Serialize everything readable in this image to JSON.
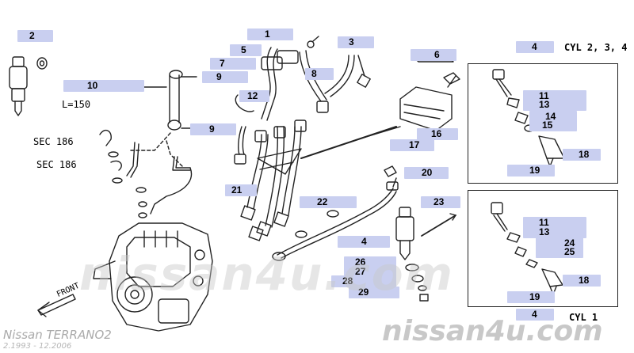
{
  "callouts": [
    {
      "id": "2",
      "label": "2"
    },
    {
      "id": "1",
      "label": "1"
    },
    {
      "id": "3",
      "label": "3"
    },
    {
      "id": "4a",
      "label": "4"
    },
    {
      "id": "5",
      "label": "5"
    },
    {
      "id": "6",
      "label": "6"
    },
    {
      "id": "7",
      "label": "7"
    },
    {
      "id": "8",
      "label": "8"
    },
    {
      "id": "9a",
      "label": "9"
    },
    {
      "id": "10",
      "label": "10"
    },
    {
      "id": "12",
      "label": "12"
    },
    {
      "id": "11a",
      "label": "11"
    },
    {
      "id": "13a",
      "label": "13"
    },
    {
      "id": "14",
      "label": "14"
    },
    {
      "id": "15",
      "label": "15"
    },
    {
      "id": "9b",
      "label": "9"
    },
    {
      "id": "16",
      "label": "16"
    },
    {
      "id": "17",
      "label": "17"
    },
    {
      "id": "18a",
      "label": "18"
    },
    {
      "id": "19a",
      "label": "19"
    },
    {
      "id": "20",
      "label": "20"
    },
    {
      "id": "21",
      "label": "21"
    },
    {
      "id": "22",
      "label": "22"
    },
    {
      "id": "23",
      "label": "23"
    },
    {
      "id": "4b",
      "label": "4"
    },
    {
      "id": "26",
      "label": "26"
    },
    {
      "id": "27",
      "label": "27"
    },
    {
      "id": "28",
      "label": "28"
    },
    {
      "id": "29",
      "label": "29"
    },
    {
      "id": "11b",
      "label": "11"
    },
    {
      "id": "13b",
      "label": "13"
    },
    {
      "id": "24",
      "label": "24"
    },
    {
      "id": "25",
      "label": "25"
    },
    {
      "id": "18b",
      "label": "18"
    },
    {
      "id": "19b",
      "label": "19"
    },
    {
      "id": "4c",
      "label": "4"
    }
  ],
  "texts": {
    "cyl_top": "CYL 2, 3, 4",
    "cyl_bottom": "CYL 1",
    "length": "L=150",
    "sec1": "SEC 186",
    "sec2": "SEC 186",
    "front": "FRONT"
  },
  "watermark": {
    "center": "nissan4u.com",
    "footer": "nissan4u.com"
  },
  "brand": {
    "model": "Nissan TERRANO2",
    "dates": "2.1993 - 12.2006"
  },
  "colors": {
    "callout_bg": "#c9cff0",
    "line": "#222222",
    "watermark": "#d8d8d8"
  }
}
